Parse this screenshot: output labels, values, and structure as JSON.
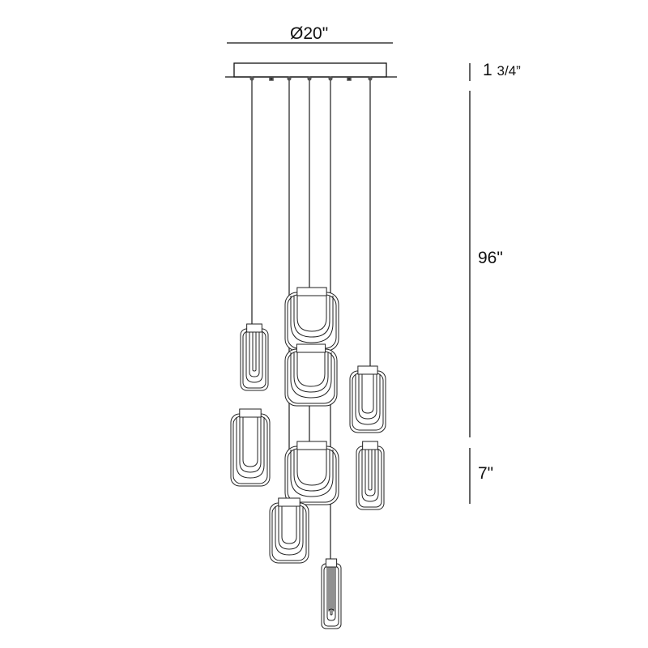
{
  "dimensions": {
    "diameter": "Ø20\"",
    "canopy_height_whole": "1",
    "canopy_height_fraction": "3/4”",
    "overall_drop": "96\"",
    "pendant_height": "7\""
  }
}
